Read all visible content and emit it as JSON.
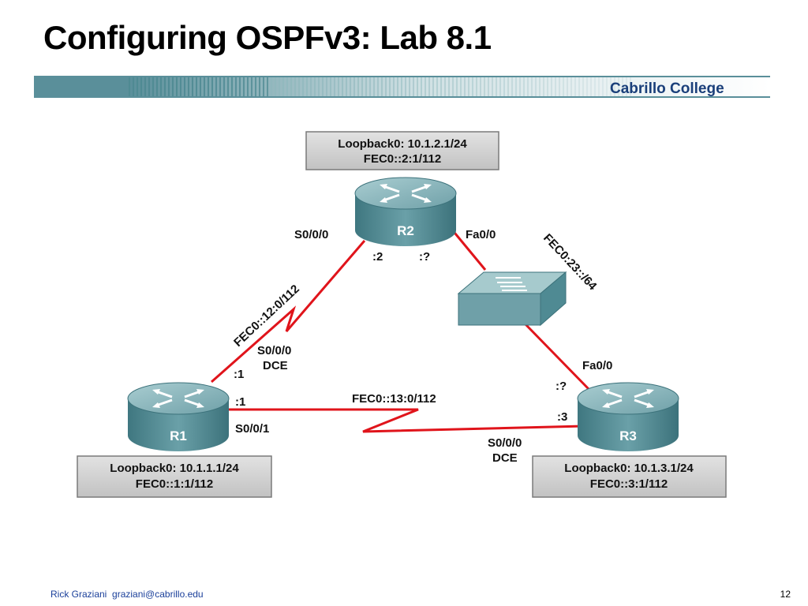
{
  "slide": {
    "title": "Configuring OSPFv3: Lab 8.1",
    "brand": "Cabrillo College",
    "footer": "Rick Graziani  graziani@cabrillo.edu",
    "page_number": "12"
  },
  "routers": {
    "r1": {
      "name": "R1",
      "loopback": "Loopback0: 10.1.1.1/24",
      "ipv6": "FEC0::1:1/112"
    },
    "r2": {
      "name": "R2",
      "loopback": "Loopback0: 10.1.2.1/24",
      "ipv6": "FEC0::2:1/112"
    },
    "r3": {
      "name": "R3",
      "loopback": "Loopback0: 10.1.3.1/24",
      "ipv6": "FEC0::3:1/112"
    }
  },
  "links": {
    "r1_r2": {
      "network": "FEC0::12:0/112",
      "r2_intf": "S0/0/0",
      "r2_host": ":2",
      "r1_intf": "S0/0/0",
      "r1_dce": "DCE",
      "r1_host": ":1"
    },
    "r1_r3": {
      "network": "FEC0::13:0/112",
      "r1_host": ":1",
      "r1_intf": "S0/0/1",
      "r3_host": ":3",
      "r3_intf": "S0/0/0",
      "r3_dce": "DCE"
    },
    "r2_r3": {
      "network": "FEC0:23::/64",
      "r2_intf": "Fa0/0",
      "r2_host": ":?",
      "r3_intf": "Fa0/0",
      "r3_host": ":?"
    }
  },
  "colors": {
    "link": "#e0141b",
    "router_top": "#8fb8bd",
    "router_side": "#4f8a93",
    "brand": "#1a3f7a",
    "box": "#cfcfcf"
  },
  "icons": [
    "router-icon",
    "switch-icon",
    "serial-lightning-icon"
  ]
}
